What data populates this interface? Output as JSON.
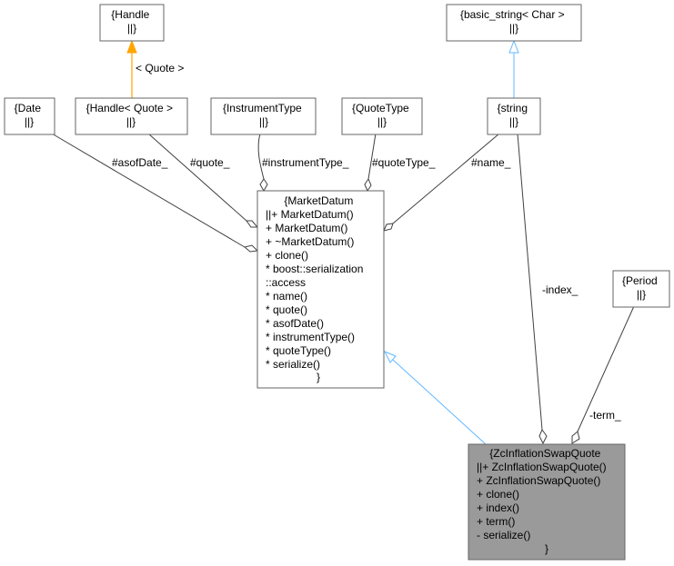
{
  "nodes": {
    "handle_template": {
      "lines": [
        "{Handle",
        "||}"
      ]
    },
    "basic_string": {
      "lines": [
        "{basic_string< Char >",
        "||}"
      ]
    },
    "date": {
      "lines": [
        "{Date",
        "||}"
      ]
    },
    "handle_quote": {
      "lines": [
        "{Handle< Quote >",
        "||}"
      ]
    },
    "instrument_type": {
      "lines": [
        "{InstrumentType",
        "||}"
      ]
    },
    "quote_type": {
      "lines": [
        "{QuoteType",
        "||}"
      ]
    },
    "string": {
      "lines": [
        "{string",
        "||}"
      ]
    },
    "period": {
      "lines": [
        "{Period",
        "||}"
      ]
    },
    "market_datum": {
      "lines": [
        "{MarketDatum",
        "||+ MarketDatum()",
        "+ MarketDatum()",
        "+ ~MarketDatum()",
        "+ clone()",
        "* boost::serialization",
        "::access",
        "* name()",
        "* quote()",
        "* asofDate()",
        "* instrumentType()",
        "* quoteType()",
        "* serialize()",
        "}"
      ]
    },
    "zc_inflation_swap_quote": {
      "lines": [
        "{ZcInflationSwapQuote",
        "||+ ZcInflationSwapQuote()",
        "+ ZcInflationSwapQuote()",
        "+ clone()",
        "+ index()",
        "+ term()",
        "- serialize()",
        "}"
      ]
    }
  },
  "edge_labels": {
    "template_arg": "< Quote >",
    "asof_date": "#asofDate_",
    "quote": "#quote_",
    "instrument_type": "#instrumentType_",
    "quote_type": "#quoteType_",
    "name": "#name_",
    "index": "-index_",
    "term": "-term_"
  },
  "colors": {
    "association": "#404040",
    "inheritance": "#63b8ff",
    "template": "#ffa500",
    "focus_fill": "#9a9a9a"
  }
}
